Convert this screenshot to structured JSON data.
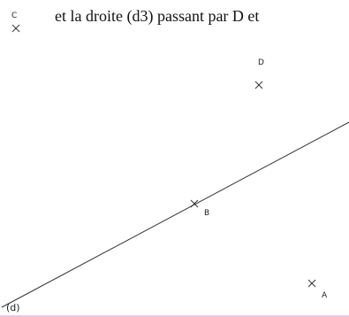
{
  "header": {
    "text": "et la droite (d3) passant par D et"
  },
  "points": {
    "A": "A",
    "B": "B",
    "C": "C",
    "D": "D"
  },
  "line": {
    "label": "(d)"
  },
  "colors": {
    "ink": "#222222",
    "background": "#ffffff",
    "edge": "#f4c6e4"
  }
}
